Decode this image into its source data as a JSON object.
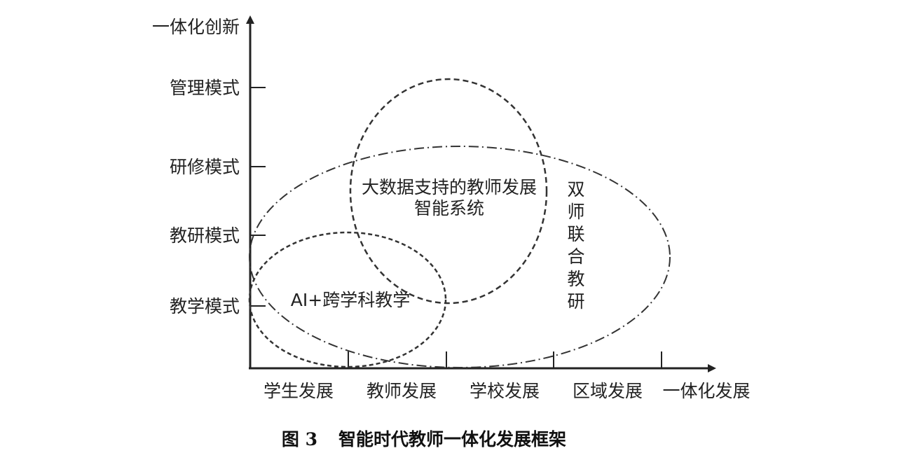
{
  "axes": {
    "y_title": "一体化创新",
    "y_levels": [
      "管理模式",
      "研修模式",
      "教研模式",
      "教学模式"
    ],
    "x_levels": [
      "学生发展",
      "教师发展",
      "学校发展",
      "区域发展",
      "一体化发展"
    ]
  },
  "regions": {
    "big_data": {
      "line1": "大数据支持的教师发展",
      "line2": "智能系统"
    },
    "ai": {
      "label": "AI+跨学科教学"
    },
    "dual": {
      "chars": [
        "双",
        "师",
        "联",
        "合",
        "教",
        "研"
      ]
    }
  },
  "caption": {
    "fig": "图 3",
    "title": "智能时代教师一体化发展框架"
  }
}
